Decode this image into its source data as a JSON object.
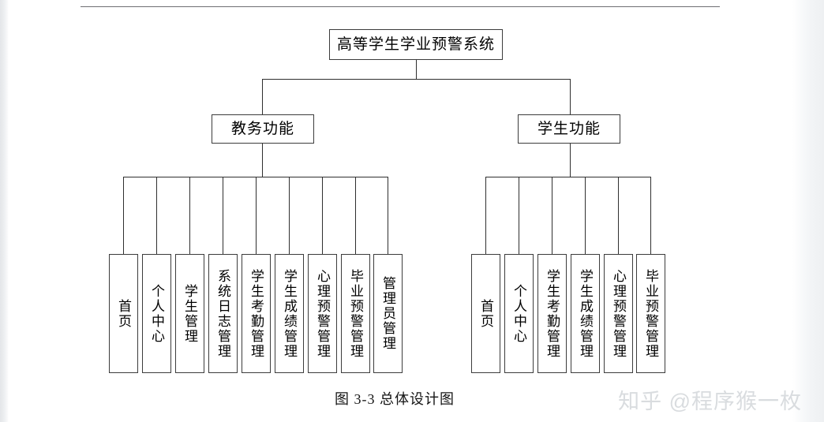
{
  "document": {
    "caption": "图 3-3 总体设计图",
    "watermark": "知乎 @程序猴一枚",
    "top_rule_visible": true
  },
  "colors": {
    "page_background": "#ffffff",
    "node_border": "#3c3c3c",
    "connector_line": "#2f2f2f",
    "text": "#000000",
    "caption_text": "#151515",
    "watermark_text": "#d9dcdf",
    "top_rule": "#6e6e72",
    "page_edge_shadow": "#e4e6e9"
  },
  "chart_data": {
    "type": "diagram",
    "diagram_type": "tree-hierarchy",
    "title": "图 3-3 总体设计图",
    "orientation": "top-down",
    "levels": 3,
    "root": {
      "id": "root",
      "label": "高等学生学业预警系统",
      "text_direction": "horizontal"
    },
    "branches": [
      {
        "id": "branch-jiaowu",
        "label": "教务功能",
        "text_direction": "horizontal",
        "leaf_count": 9,
        "leaves": [
          {
            "id": "jw-1",
            "label": "首页"
          },
          {
            "id": "jw-2",
            "label": "个人中心"
          },
          {
            "id": "jw-3",
            "label": "学生管理"
          },
          {
            "id": "jw-4",
            "label": "系统日志管理"
          },
          {
            "id": "jw-5",
            "label": "学生考勤管理"
          },
          {
            "id": "jw-6",
            "label": "学生成绩管理"
          },
          {
            "id": "jw-7",
            "label": "心理预警管理"
          },
          {
            "id": "jw-8",
            "label": "毕业预警管理"
          },
          {
            "id": "jw-9",
            "label": "管理员管理"
          }
        ]
      },
      {
        "id": "branch-xuesheng",
        "label": "学生功能",
        "text_direction": "horizontal",
        "leaf_count": 6,
        "leaves": [
          {
            "id": "xs-1",
            "label": "首页"
          },
          {
            "id": "xs-2",
            "label": "个人中心"
          },
          {
            "id": "xs-3",
            "label": "学生考勤管理"
          },
          {
            "id": "xs-4",
            "label": "学生成绩管理"
          },
          {
            "id": "xs-5",
            "label": "心理预警管理"
          },
          {
            "id": "xs-6",
            "label": "毕业预警管理"
          }
        ]
      }
    ],
    "leaf_text_direction": "vertical",
    "total_nodes": 18
  }
}
